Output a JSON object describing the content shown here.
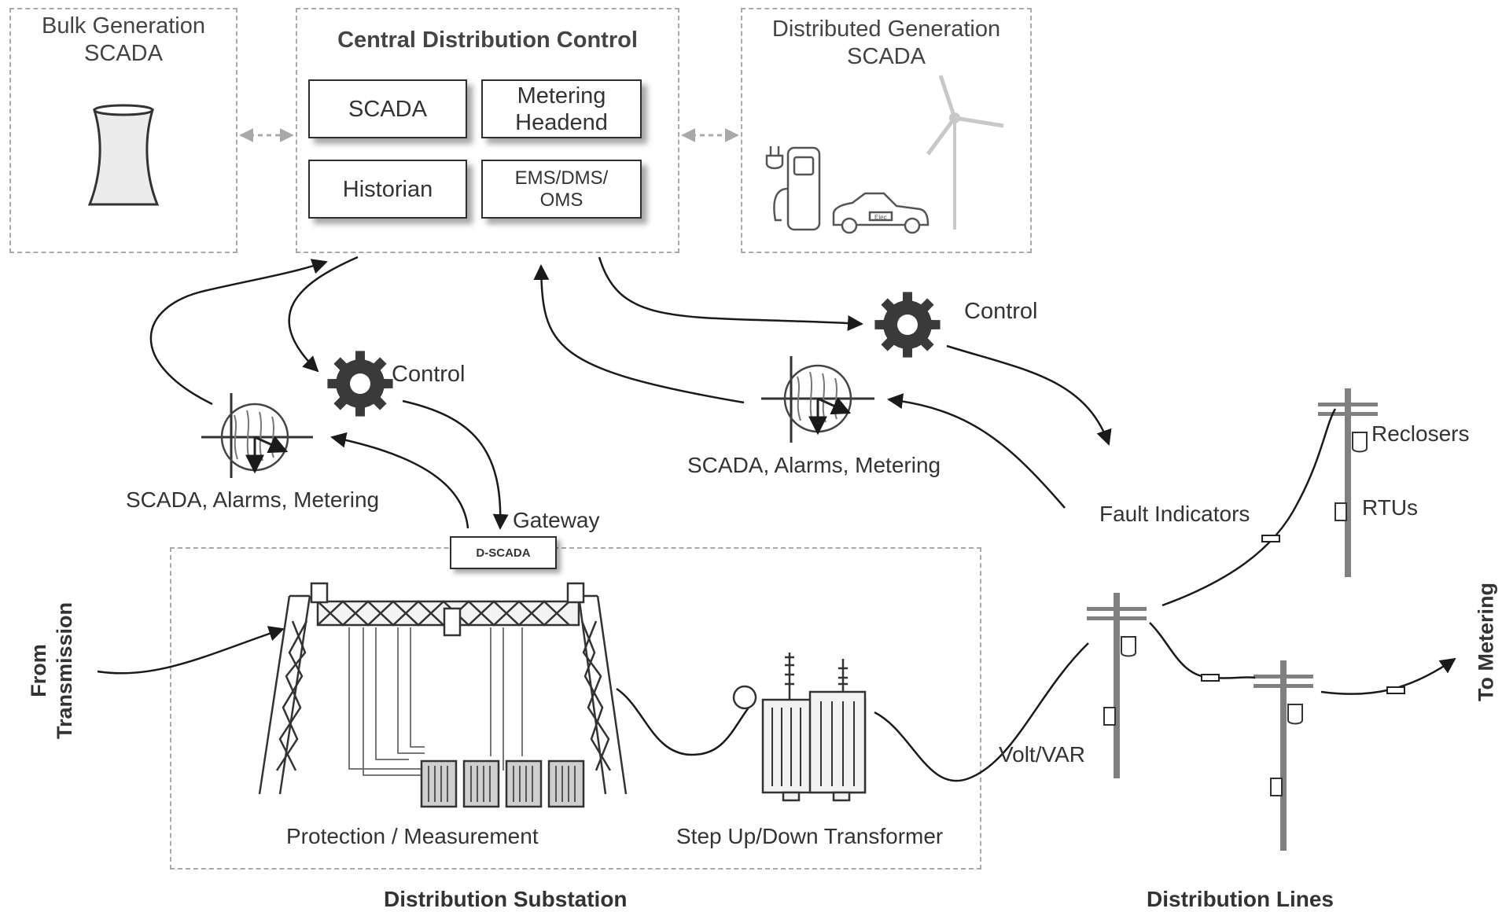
{
  "regions": {
    "bulk": {
      "title_line1": "Bulk Generation",
      "title_line2": "SCADA"
    },
    "central": {
      "title": "Central Distribution Control"
    },
    "distributed": {
      "title_line1": "Distributed Generation",
      "title_line2": "SCADA"
    },
    "substation": {
      "title": "Distribution Substation"
    },
    "lines": {
      "title": "Distribution Lines"
    }
  },
  "central_boxes": {
    "scada": "SCADA",
    "metering_line1": "Metering",
    "metering_line2": "Headend",
    "historian": "Historian",
    "ems_line1": "EMS/DMS/",
    "ems_line2": "OMS"
  },
  "labels": {
    "control_left": "Control",
    "control_right": "Control",
    "scada_alarms_left": "SCADA, Alarms, Metering",
    "scada_alarms_right": "SCADA, Alarms, Metering",
    "gateway": "Gateway",
    "d_scada": "D-SCADA",
    "protection": "Protection / Measurement",
    "transformer": "Step Up/Down Transformer",
    "volt_var": "Volt/VAR",
    "fault_indicators": "Fault Indicators",
    "reclosers": "Reclosers",
    "rtus": "RTUs",
    "from_transmission_line1": "From",
    "from_transmission_line2": "Transmission",
    "to_metering": "To Metering",
    "ev_plate": "Elec"
  },
  "colors": {
    "stroke": "#1a1a1a",
    "dashed": "#a9a9a9",
    "gear": "#3a3a3a",
    "pole": "#808080"
  }
}
